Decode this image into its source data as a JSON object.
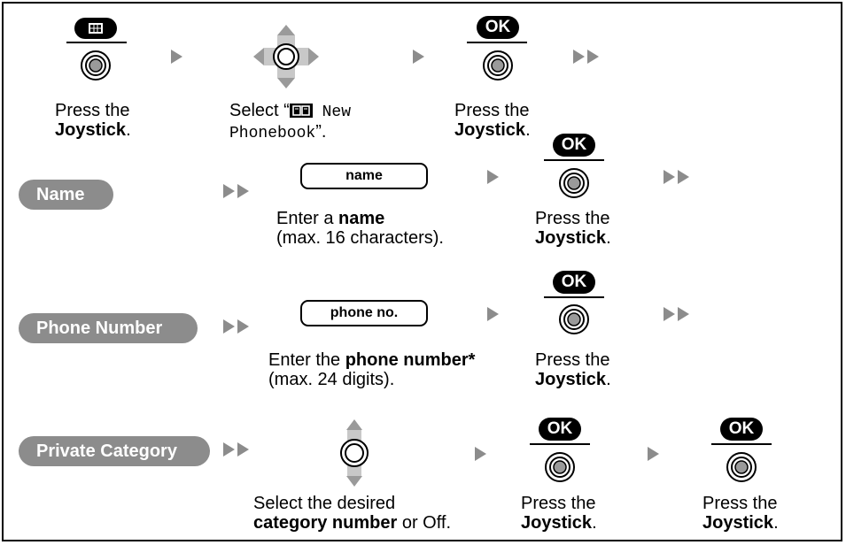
{
  "step1": {
    "press_line1": "Press the",
    "press_bold": "Joystick",
    "press_end": "."
  },
  "step2": {
    "select_prefix": "Select “",
    "select_mono1": " New",
    "select_mono2": "Phonebook",
    "select_suffix": "”."
  },
  "step3": {
    "ok_label": "OK",
    "press_line1": "Press the",
    "press_bold": "Joystick",
    "press_end": "."
  },
  "name_row": {
    "pill": "Name",
    "field": "name",
    "enter_prefix": "Enter a ",
    "enter_bold": "name",
    "enter_line2": "(max. 16 characters).",
    "ok_label": "OK",
    "press_line1": "Press the",
    "press_bold": "Joystick",
    "press_end": "."
  },
  "phone_row": {
    "pill": "Phone Number",
    "field": "phone no.",
    "enter_prefix": "Enter the ",
    "enter_bold": "phone number*",
    "enter_line2": "(max. 24 digits).",
    "ok_label": "OK",
    "press_line1": "Press the",
    "press_bold": "Joystick",
    "press_end": "."
  },
  "category_row": {
    "pill": "Private Category",
    "select_line1": "Select the desired",
    "select_bold": "category number",
    "select_end": " or Off.",
    "ok1_label": "OK",
    "press1_line1": "Press the",
    "press1_bold": "Joystick",
    "press1_end": ".",
    "ok2_label": "OK",
    "press2_line1": "Press the",
    "press2_bold": "Joystick",
    "press2_end": "."
  },
  "colors": {
    "gray": "#8c8c8c",
    "black": "#000000",
    "white": "#ffffff"
  }
}
